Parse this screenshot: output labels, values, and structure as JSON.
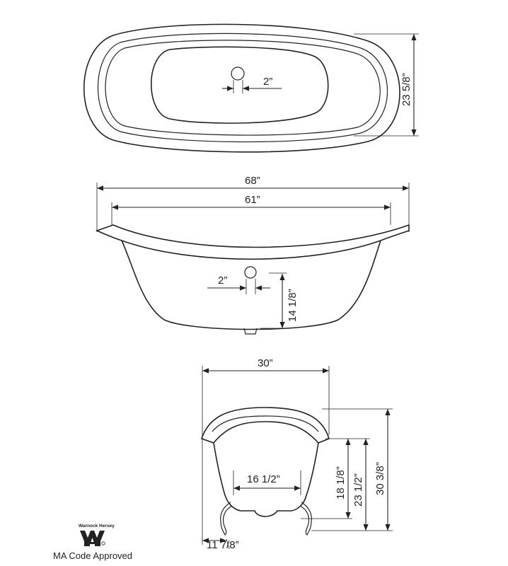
{
  "top_view": {
    "drain_dim": "2”",
    "width_dim": "23 5/8”"
  },
  "side_view": {
    "overall_length_dim": "68”",
    "inner_length_dim": "61”",
    "drain_dim": "2”",
    "drain_height_dim": "14 1/8”"
  },
  "end_view": {
    "overall_width_dim": "30”",
    "floor_width_dim": "16 1/2”",
    "inner_depth_dim": "18 1/8”",
    "rim_height_dim": "23 1/2”",
    "overall_height_dim": "30 3/8”",
    "foot_dim": "11 7/8”"
  },
  "certification": {
    "name": "Warnock Hersey",
    "caption": "MA Code Approved"
  }
}
